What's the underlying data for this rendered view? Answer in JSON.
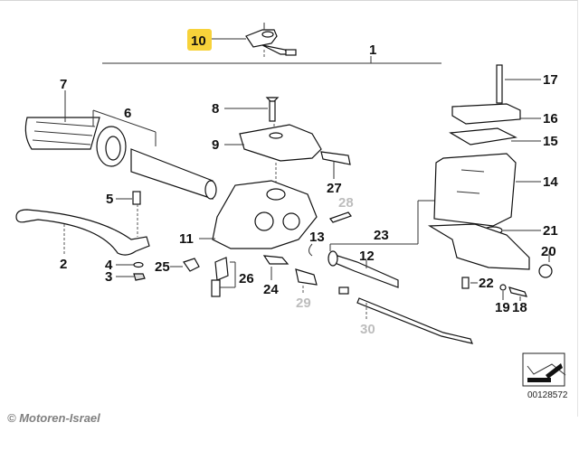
{
  "diagram": {
    "title": "Handlebar clutch control assembly - exploded parts diagram",
    "highlight_color": "#f7d23a",
    "selected_part": "10",
    "reference_number": "00128572",
    "callouts": [
      {
        "id": "1",
        "label": "1"
      },
      {
        "id": "2",
        "label": "2"
      },
      {
        "id": "3",
        "label": "3"
      },
      {
        "id": "4",
        "label": "4"
      },
      {
        "id": "5",
        "label": "5"
      },
      {
        "id": "6",
        "label": "6"
      },
      {
        "id": "7",
        "label": "7"
      },
      {
        "id": "8",
        "label": "8"
      },
      {
        "id": "9",
        "label": "9"
      },
      {
        "id": "10",
        "label": "10",
        "highlighted": true
      },
      {
        "id": "11",
        "label": "11"
      },
      {
        "id": "12",
        "label": "12"
      },
      {
        "id": "13",
        "label": "13"
      },
      {
        "id": "14",
        "label": "14"
      },
      {
        "id": "15",
        "label": "15"
      },
      {
        "id": "16",
        "label": "16"
      },
      {
        "id": "17",
        "label": "17"
      },
      {
        "id": "18",
        "label": "18"
      },
      {
        "id": "19",
        "label": "19"
      },
      {
        "id": "20",
        "label": "20"
      },
      {
        "id": "21",
        "label": "21"
      },
      {
        "id": "22",
        "label": "22"
      },
      {
        "id": "23",
        "label": "23"
      },
      {
        "id": "24",
        "label": "24"
      },
      {
        "id": "25",
        "label": "25"
      },
      {
        "id": "26",
        "label": "26"
      },
      {
        "id": "27",
        "label": "27"
      },
      {
        "id": "28",
        "label": "28",
        "unavailable": true
      },
      {
        "id": "29",
        "label": "29",
        "unavailable": true
      },
      {
        "id": "30",
        "label": "30",
        "unavailable": true
      }
    ]
  },
  "footer": {
    "copyright": "© Motoren-Israel"
  }
}
